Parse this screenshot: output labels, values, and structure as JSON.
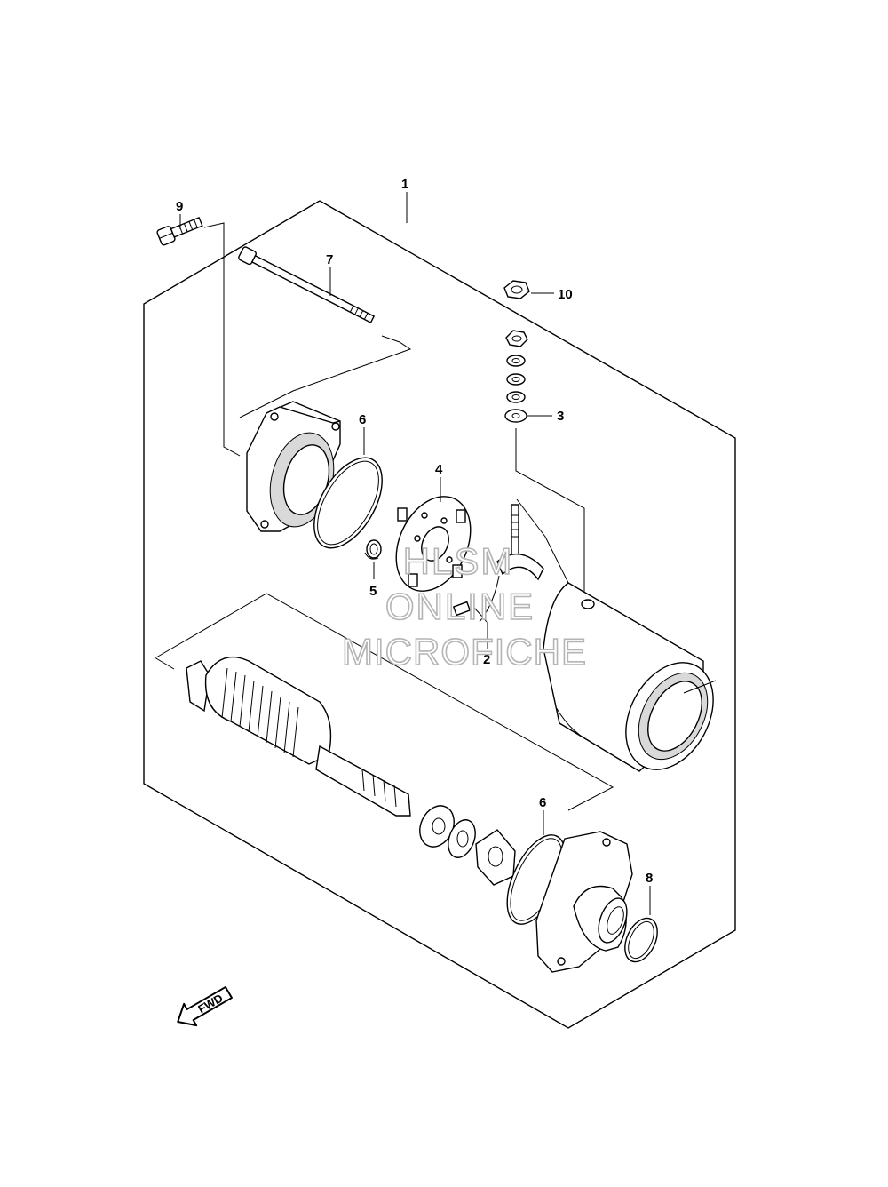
{
  "callouts": {
    "c1": "1",
    "c2": "2",
    "c3": "3",
    "c4": "4",
    "c5": "5",
    "c6a": "6",
    "c6b": "6",
    "c7": "7",
    "c8": "8",
    "c9": "9",
    "c10": "10"
  },
  "watermark": {
    "line1": "HLSM",
    "line2": "ONLINE",
    "line3": "MICROFICHE"
  },
  "direction_arrow": {
    "label": "FWD"
  }
}
